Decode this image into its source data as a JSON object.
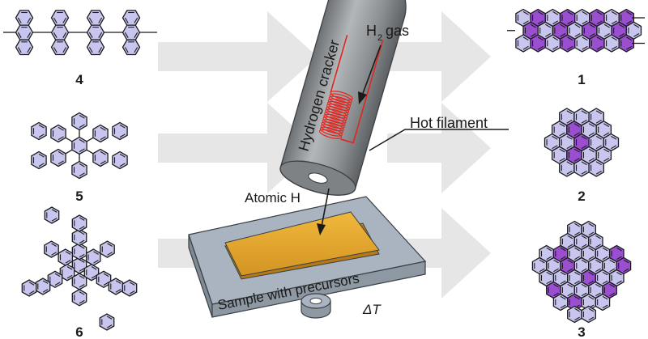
{
  "labels": {
    "h2_gas_main": "H",
    "h2_gas_sub": "2",
    "h2_gas_tail": "gas",
    "hydrogen_cracker": "Hydrogen cracker",
    "hot_filament": "Hot filament",
    "atomic_h": "Atomic H",
    "sample": "Sample with precursors",
    "delta_t": "ΔT"
  },
  "precursors": [
    {
      "id": "4",
      "label": "4"
    },
    {
      "id": "5",
      "label": "5"
    },
    {
      "id": "6",
      "label": "6"
    }
  ],
  "products": [
    {
      "id": "1",
      "label": "1"
    },
    {
      "id": "2",
      "label": "2"
    },
    {
      "id": "3",
      "label": "3"
    }
  ],
  "colors": {
    "ring_fill": "#c8c6ee",
    "ring_highlight": "#9a4fd0",
    "arrow": "#e6e6e6",
    "cracker_body": "#909496",
    "filament": "#e0261f",
    "substrate_top": "#a9b4c0",
    "sample_pad": "#e5a52c"
  }
}
